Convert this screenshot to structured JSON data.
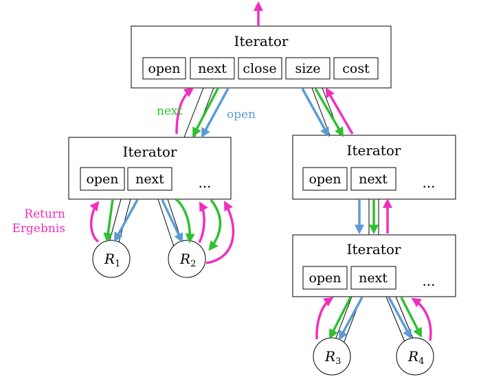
{
  "nodes": {
    "top": {
      "title": "Iterator",
      "methods": [
        "open",
        "next",
        "close",
        "size",
        "cost"
      ]
    },
    "left": {
      "title": "Iterator",
      "methods": [
        "open",
        "next"
      ],
      "more": "..."
    },
    "right": {
      "title": "Iterator",
      "methods": [
        "open",
        "next"
      ],
      "more": "..."
    },
    "bottom": {
      "title": "Iterator",
      "methods": [
        "open",
        "next"
      ],
      "more": "..."
    }
  },
  "relations": [
    {
      "letter": "R",
      "sub": "1"
    },
    {
      "letter": "R",
      "sub": "2"
    },
    {
      "letter": "R",
      "sub": "3"
    },
    {
      "letter": "R",
      "sub": "4"
    }
  ],
  "labels": {
    "next": "next",
    "open": "open",
    "return_line1": "Return",
    "return_line2": "Ergebnis"
  },
  "colors": {
    "return": "#f02fbe",
    "next": "#2fc02f",
    "open": "#5b9bd5"
  }
}
